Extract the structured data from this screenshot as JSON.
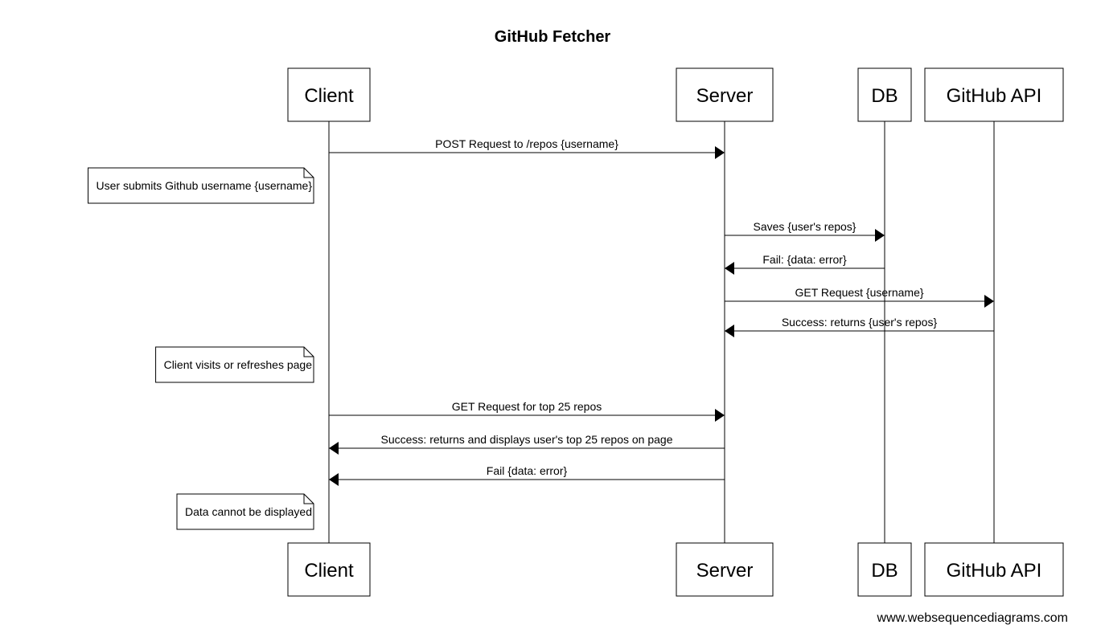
{
  "title": "GitHub Fetcher",
  "watermark": "www.websequencediagrams.com",
  "colors": {
    "line": "#000000",
    "box_fill": "#ffffff",
    "background": "#ffffff"
  },
  "participants": [
    {
      "id": "client",
      "label": "Client"
    },
    {
      "id": "server",
      "label": "Server"
    },
    {
      "id": "db",
      "label": "DB"
    },
    {
      "id": "github",
      "label": "GitHub API"
    }
  ],
  "messages": [
    {
      "from": "client",
      "to": "server",
      "label": "POST Request to /repos {username}"
    },
    {
      "from": "server",
      "to": "db",
      "label": "Saves {user's repos}"
    },
    {
      "from": "db",
      "to": "server",
      "label": "Fail: {data: error}"
    },
    {
      "from": "server",
      "to": "github",
      "label": "GET Request {username}"
    },
    {
      "from": "github",
      "to": "server",
      "label": "Success: returns {user's repos}"
    },
    {
      "from": "client",
      "to": "server",
      "label": "GET Request for top 25 repos"
    },
    {
      "from": "server",
      "to": "client",
      "label": "Success: returns and displays user's top 25 repos on page"
    },
    {
      "from": "server",
      "to": "client",
      "label": "Fail {data: error}"
    }
  ],
  "notes": [
    {
      "of": "client",
      "side": "left",
      "text": "User submits Github username {username}"
    },
    {
      "of": "client",
      "side": "left",
      "text": "Client visits or refreshes page"
    },
    {
      "of": "client",
      "side": "left",
      "text": "Data cannot be displayed"
    }
  ]
}
